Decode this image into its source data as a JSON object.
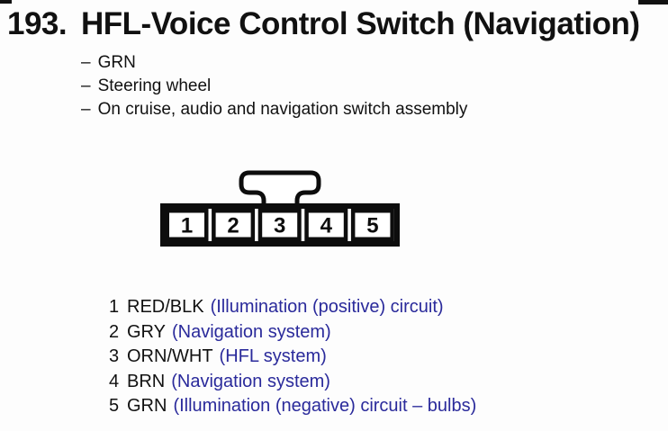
{
  "page": {
    "background": "#fdfdfd",
    "text_color": "#111111",
    "accent_blue": "#2a2a9b"
  },
  "title": {
    "number": "193.",
    "text": "HFL-Voice Control Switch (Navigation)"
  },
  "bullets": [
    {
      "dash": "–",
      "text": "GRN"
    },
    {
      "dash": "–",
      "text": "Steering wheel"
    },
    {
      "dash": "–",
      "text": "On cruise, audio and navigation switch assembly"
    }
  ],
  "connector": {
    "pin_numbers": [
      "1",
      "2",
      "3",
      "4",
      "5"
    ]
  },
  "pins": [
    {
      "number": "1",
      "wire": "RED/BLK",
      "description": "(Illumination (positive) circuit)"
    },
    {
      "number": "2",
      "wire": "GRY",
      "description": "(Navigation system)"
    },
    {
      "number": "3",
      "wire": "ORN/WHT",
      "description": "(HFL system)"
    },
    {
      "number": "4",
      "wire": "BRN",
      "description": "(Navigation system)"
    },
    {
      "number": "5",
      "wire": "GRN",
      "description": "(Illumination (negative) circuit – bulbs)"
    }
  ]
}
